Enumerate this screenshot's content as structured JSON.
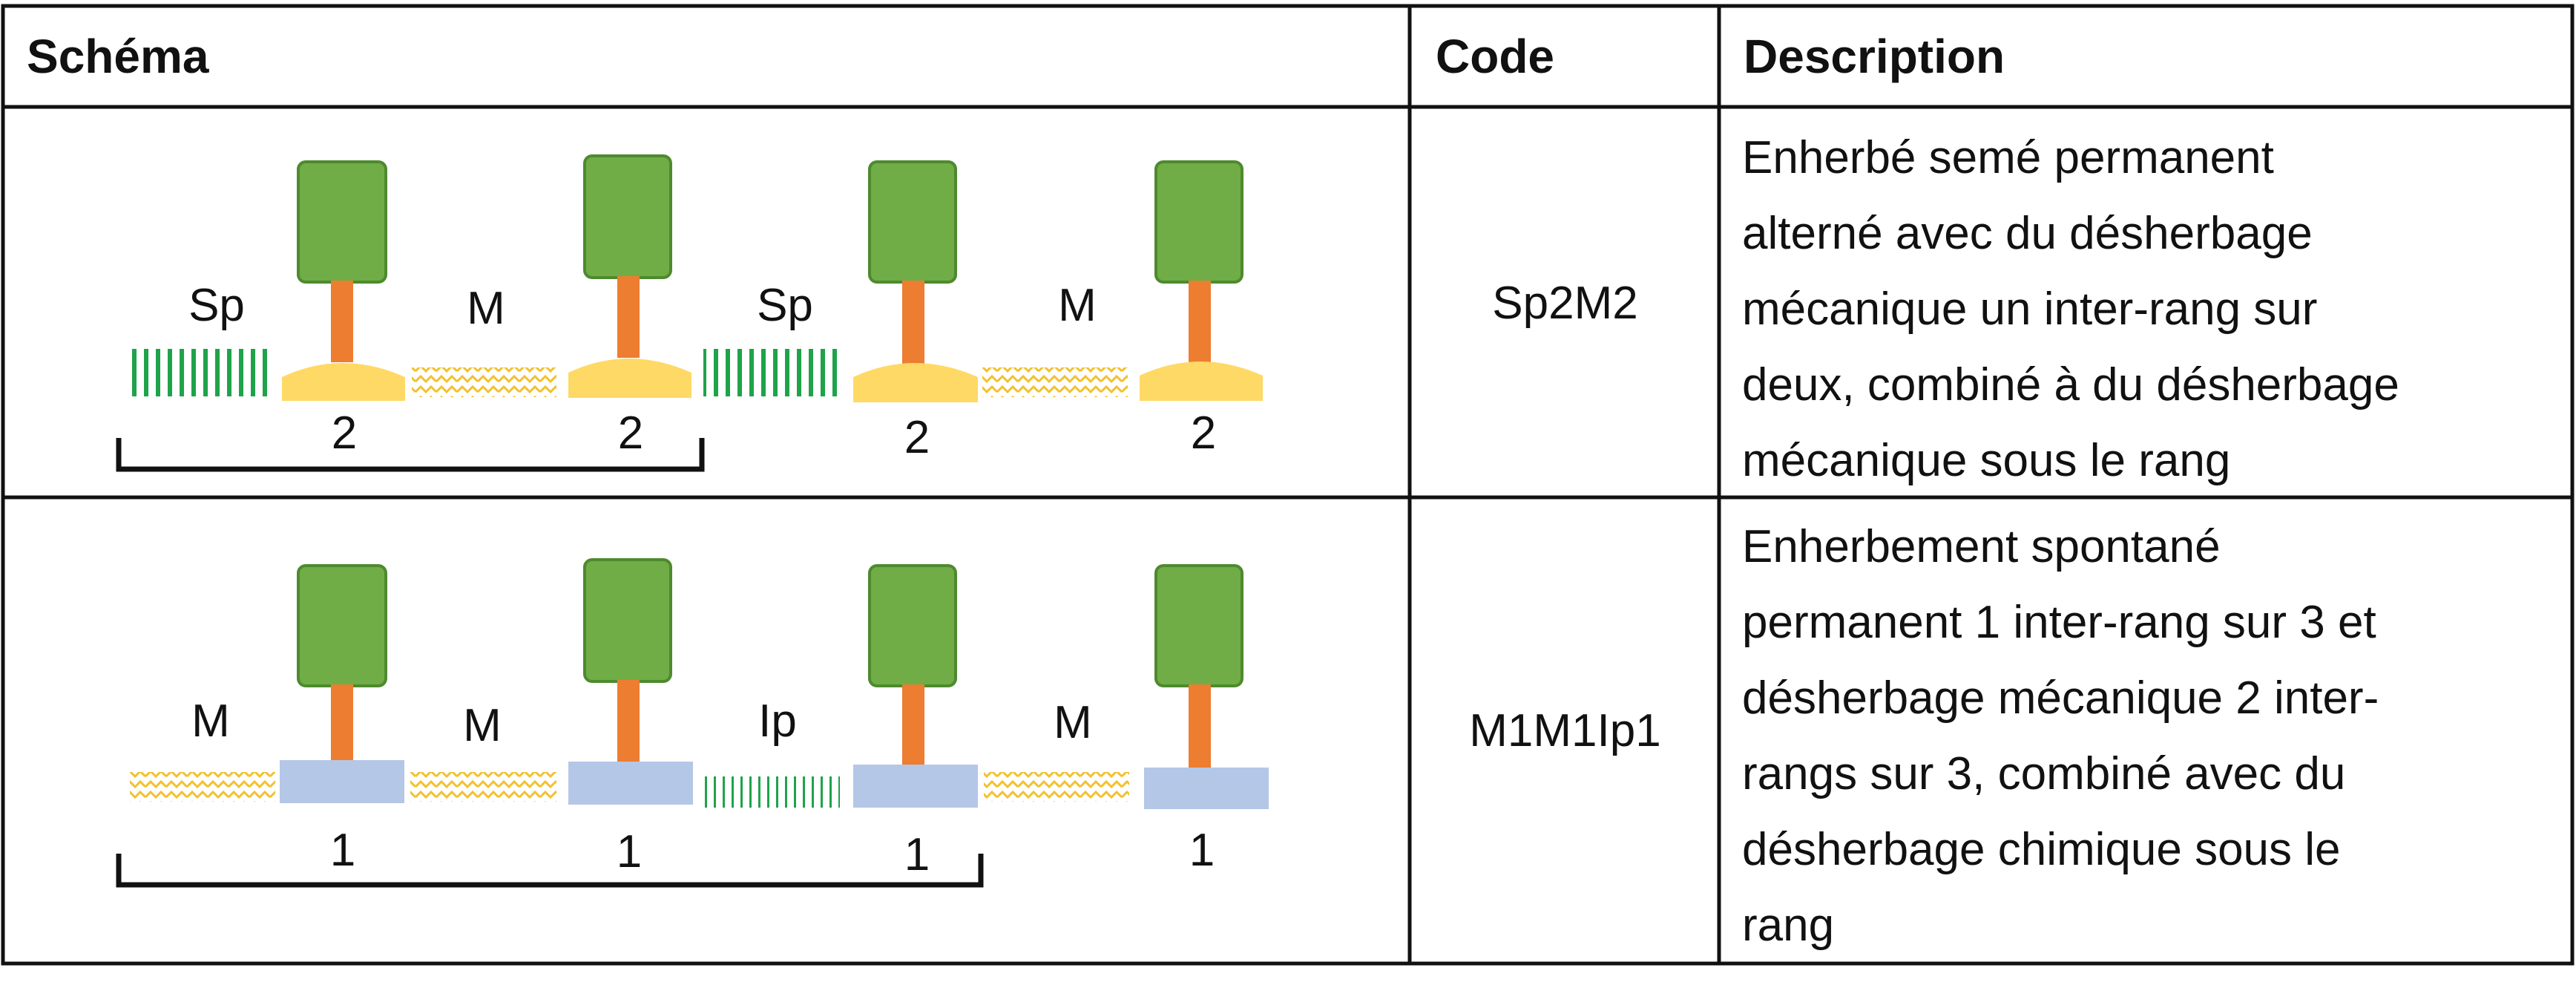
{
  "headers": {
    "schema": "Schéma",
    "code": "Code",
    "description": "Description"
  },
  "rows": [
    {
      "code": "Sp2M2",
      "description": "Enherbé semé permanent\nalterné avec du désherbage\nmécanique un inter-rang sur\ndeux, combiné à du désherbage\nmécanique sous le rang",
      "interrow_labels": [
        "Sp",
        "M",
        "Sp",
        "M"
      ],
      "interrow_types": [
        "sown",
        "mechanical",
        "sown",
        "mechanical"
      ],
      "tree_base": "mechanical-mound",
      "tree_base_labels": [
        "2",
        "2",
        "2",
        "2"
      ],
      "bracket": "spans first two trees"
    },
    {
      "code": "M1M1Ip1",
      "description": "Enherbement spontané\npermanent 1 inter-rang sur 3 et\ndésherbage mécanique 2 inter-\nrangs sur 3, combiné avec du\ndésherbage chimique sous le\nrang",
      "interrow_labels": [
        "M",
        "M",
        "Ip",
        "M"
      ],
      "interrow_types": [
        "mechanical",
        "mechanical",
        "spontaneous",
        "mechanical"
      ],
      "tree_base": "chemical-block",
      "tree_base_labels": [
        "1",
        "1",
        "1",
        "1"
      ],
      "bracket": "spans first three trees"
    }
  ],
  "colors": {
    "canopy": "#70ad47",
    "canopy_border": "#4e8a2e",
    "trunk": "#ed7d31",
    "mound": "#ffd966",
    "block": "#b4c7e7",
    "sown_stripes": "#1fa34a",
    "mechanical_zigzag": "#f2c12e",
    "grid_line": "#111111"
  }
}
